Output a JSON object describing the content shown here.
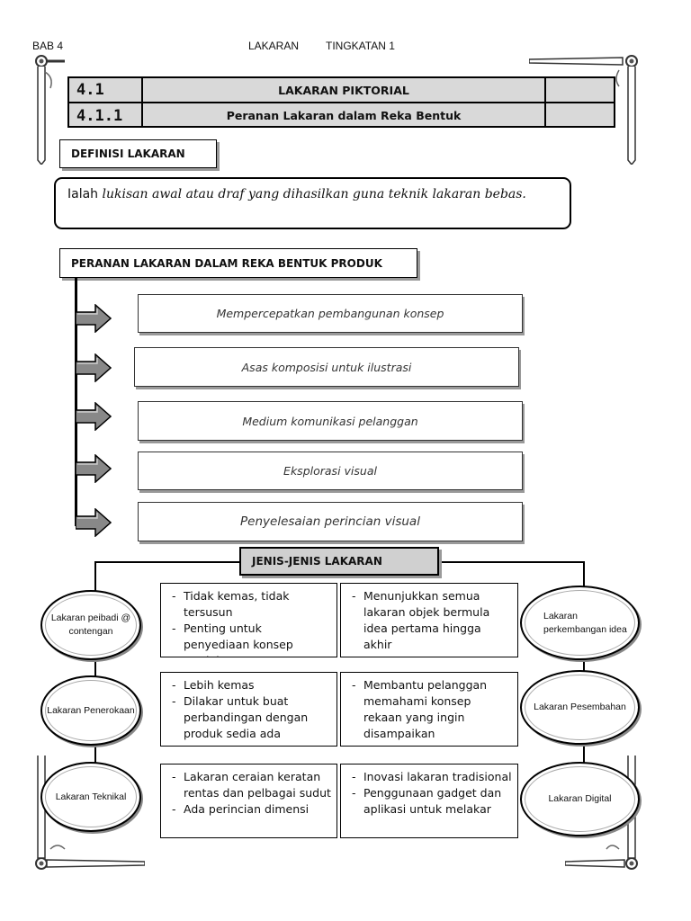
{
  "header": {
    "chapter": "BAB 4",
    "subject": "LAKARAN",
    "form": "TINGKATAN 1"
  },
  "title_table": [
    {
      "code": "4.1",
      "title": "LAKARAN PIKTORIAL"
    },
    {
      "code": "4.1.1",
      "title": "Peranan Lakaran dalam Reka Bentuk"
    }
  ],
  "definition": {
    "heading": "DEFINISI LAKARAN",
    "lead": "Ialah",
    "text": "lukisan awal atau draf yang dihasilkan guna teknik lakaran bebas."
  },
  "roles": {
    "heading": "PERANAN LAKARAN DALAM REKA BENTUK PRODUK",
    "items": [
      "Mempercepatkan pembangunan konsep",
      "Asas komposisi untuk ilustrasi",
      "Medium komunikasi pelanggan",
      "Eksplorasi visual",
      "Penyelesaian perincian visual"
    ]
  },
  "types": {
    "heading": "JENIS-JENIS LAKARAN",
    "left_ovals": [
      "Lakaran peibadi @ contengan",
      "Lakaran Penerokaan",
      "Lakaran Teknikal"
    ],
    "right_ovals": [
      "Lakaran perkembangan idea",
      "Lakaran Pesembahan",
      "Lakaran Digital"
    ],
    "left_boxes": [
      [
        "Tidak kemas, tidak tersusun",
        "Penting untuk penyediaan konsep produk"
      ],
      [
        "Lebih kemas",
        "Dilakar untuk buat perbandingan dengan produk sedia ada"
      ],
      [
        "Lakaran ceraian keratan rentas dan pelbagai sudut",
        "Ada perincian dimensi"
      ]
    ],
    "right_boxes": [
      [
        "Menunjukkan semua lakaran objek bermula idea pertama hingga akhir"
      ],
      [
        "Membantu pelanggan memahami konsep rekaan yang ingin disampaikan"
      ],
      [
        "Inovasi lakaran tradisional",
        "Penggunaan gadget dan aplikasi untuk melakar"
      ]
    ]
  }
}
